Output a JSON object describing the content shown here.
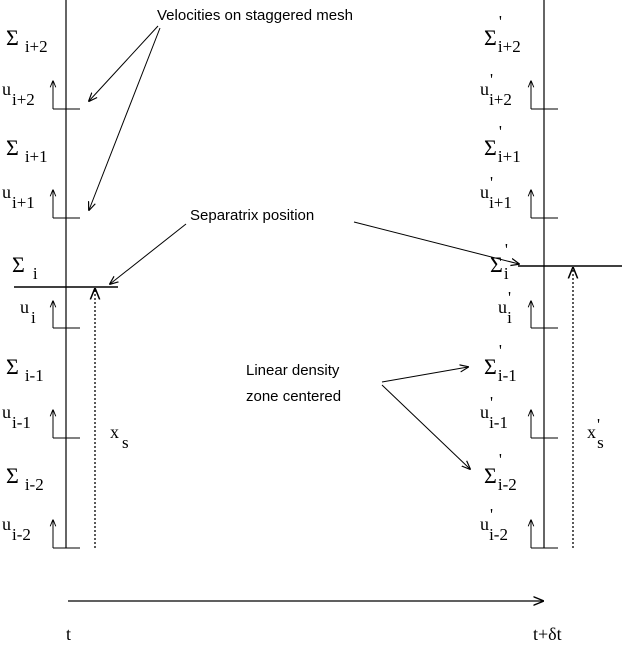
{
  "labels": {
    "velocities": "Velocities on staggered mesh",
    "separatrix": "Separatrix position",
    "linear1": "Linear density",
    "linear2": "zone centered",
    "time_left": "t",
    "time_right": "t+δt"
  },
  "left": {
    "sigma": [
      {
        "sym": "Σ",
        "sub": "i+2"
      },
      {
        "sym": "Σ",
        "sub": "i+1"
      },
      {
        "sym": "Σ",
        "sub": "i"
      },
      {
        "sym": "Σ",
        "sub": "i-1"
      },
      {
        "sym": "Σ",
        "sub": "i-2"
      }
    ],
    "u": [
      {
        "sym": "u",
        "sub": "i+2"
      },
      {
        "sym": "u",
        "sub": "i+1"
      },
      {
        "sym": "u",
        "sub": "i"
      },
      {
        "sym": "u",
        "sub": "i-1"
      },
      {
        "sym": "u",
        "sub": "i-2"
      }
    ],
    "xs": {
      "sym": "x",
      "sub": "s"
    }
  },
  "right": {
    "prime": "'",
    "sigma": [
      {
        "sym": "Σ",
        "sub": "i+2"
      },
      {
        "sym": "Σ",
        "sub": "i+1"
      },
      {
        "sym": "Σ",
        "sub": "i"
      },
      {
        "sym": "Σ",
        "sub": "i-1"
      },
      {
        "sym": "Σ",
        "sub": "i-2"
      }
    ],
    "u": [
      {
        "sym": "u",
        "sub": "i+2"
      },
      {
        "sym": "u",
        "sub": "i+1"
      },
      {
        "sym": "u",
        "sub": "i"
      },
      {
        "sym": "u",
        "sub": "i-1"
      },
      {
        "sym": "u",
        "sub": "i-2"
      }
    ],
    "xs": {
      "sym": "x",
      "sub": "s"
    }
  }
}
